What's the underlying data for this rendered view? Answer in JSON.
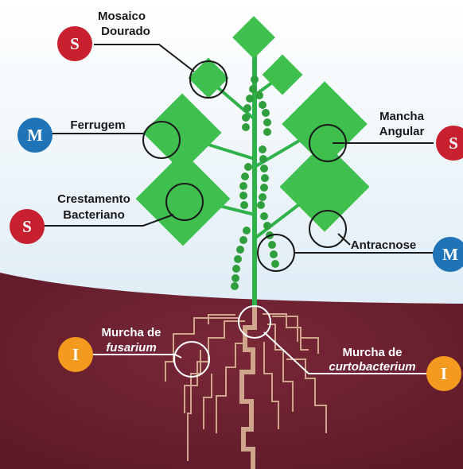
{
  "colors": {
    "sky_top": "#ffffff",
    "sky_bottom": "#cfe3f1",
    "soil": "#7a2838",
    "soil_dark": "#5e1a29",
    "plant": "#2fb24a",
    "leaf": "#3fbf4e",
    "pod": "#2f9e3c",
    "root": "#cfa58b",
    "severity_S": "#c8202f",
    "severity_M": "#1f73b7",
    "severity_I": "#f39a1f"
  },
  "labels": {
    "mosaico": {
      "line1": "Mosaico",
      "line2": "Dourado",
      "badge": "S"
    },
    "ferrugem": {
      "line1": "Ferrugem",
      "badge": "M"
    },
    "mancha": {
      "line1": "Mancha",
      "line2": "Angular",
      "badge": "S"
    },
    "crestamento": {
      "line1": "Crestamento",
      "line2": "Bacteriano",
      "badge": "S"
    },
    "antracnose": {
      "line1": "Antracnose",
      "badge": "M"
    },
    "fusarium": {
      "line1": "Murcha de",
      "line2": "fusarium",
      "badge": "I"
    },
    "curto": {
      "line1": "Murcha de",
      "line2": "curtobacterium",
      "badge": "I"
    }
  }
}
